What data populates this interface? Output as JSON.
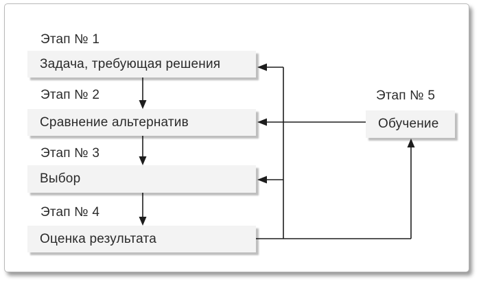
{
  "stages": [
    {
      "label": "Этап № 1",
      "box": "Задача, требующая решения"
    },
    {
      "label": "Этап № 2",
      "box": "Сравнение альтернатив"
    },
    {
      "label": "Этап № 3",
      "box": "Выбор"
    },
    {
      "label": "Этап № 4",
      "box": "Оценка результата"
    },
    {
      "label": "Этап № 5",
      "box": "Обучение"
    }
  ],
  "connections": [
    {
      "from": "Задача, требующая решения",
      "to": "Сравнение альтернатив",
      "type": "flow-down"
    },
    {
      "from": "Сравнение альтернатив",
      "to": "Выбор",
      "type": "flow-down"
    },
    {
      "from": "Выбор",
      "to": "Оценка результата",
      "type": "flow-down"
    },
    {
      "from": "Оценка результата",
      "to": "Обучение",
      "type": "feedback-up"
    },
    {
      "from": "Обучение",
      "to": "Сравнение альтернатив",
      "type": "feedback-left"
    },
    {
      "from": "Оценка результата",
      "to": "Задача, требующая решения",
      "type": "feedback-left"
    },
    {
      "from": "Оценка результата",
      "to": "Сравнение альтернатив",
      "type": "feedback-left"
    },
    {
      "from": "Оценка результата",
      "to": "Выбор",
      "type": "feedback-left"
    }
  ],
  "colors": {
    "box_fill": "#f3f3f3",
    "line": "#1d1d1d",
    "text": "#2a2a2a",
    "frame_border": "#b8b8b8"
  }
}
